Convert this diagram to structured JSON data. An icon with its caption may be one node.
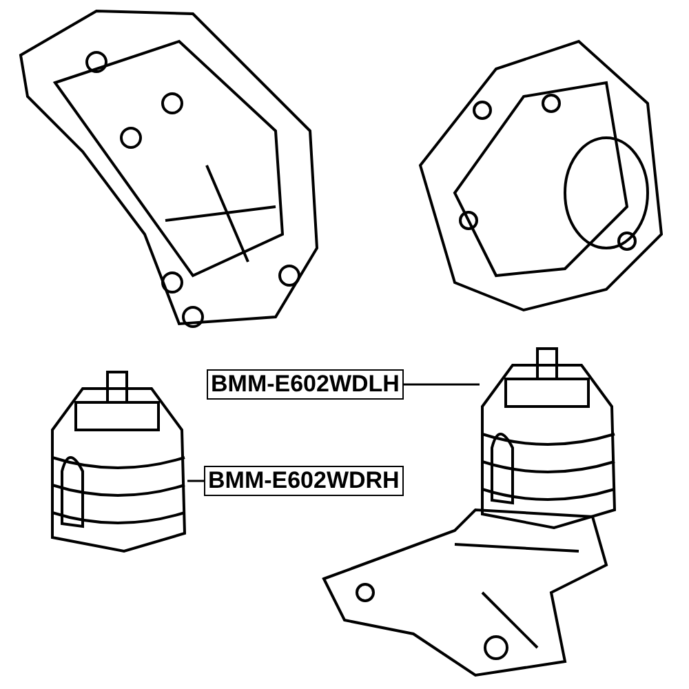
{
  "diagram": {
    "nodes": [
      {
        "text": [
          "BMM-E602WDLH"
        ]
      },
      {
        "text": [],
        "shape": "picture"
      },
      {
        "text": [
          "BMM-E602WDRH"
        ]
      },
      {
        "text": [],
        "shape": "picture"
      }
    ],
    "edges": [
      {
        "from": 0,
        "to": 3,
        "arrow": "none"
      },
      {
        "from": 2,
        "to": 1,
        "arrow": "none"
      }
    ]
  }
}
